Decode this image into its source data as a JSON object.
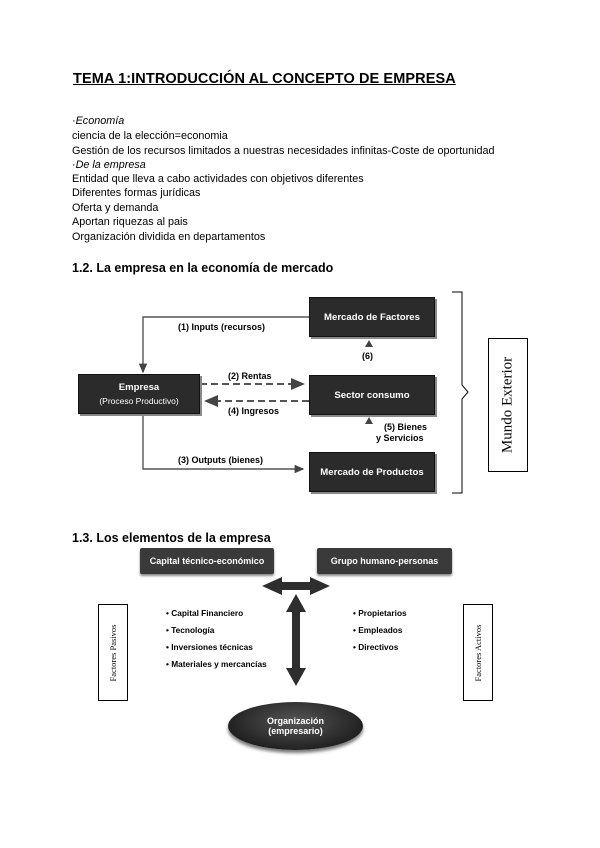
{
  "title": "TEMA 1:INTRODUCCIÓN AL CONCEPTO DE EMPRESA",
  "intro": {
    "economia_heading": "·Economía",
    "economia_lines": [
      "ciencia de la elección=economia",
      "Gestión de los recursos limitados a nuestras necesidades infinitas-Coste de oportunidad"
    ],
    "empresa_heading": "·De la empresa",
    "empresa_lines": [
      "Entidad que lleva a cabo actividades con objetivos diferentes",
      "Diferentes formas jurídicas",
      "Oferta y demanda",
      "Aportan riquezas al pais",
      "Organización dividida en departamentos"
    ]
  },
  "section12": {
    "heading": "1.2. La empresa en la economía de mercado",
    "empresa_box": [
      "Empresa",
      "(Proceso Productivo)"
    ],
    "mercado_factores": "Mercado de Factores",
    "sector_consumo": "Sector consumo",
    "mercado_productos": "Mercado de Productos",
    "label_inputs": "(1) Inputs (recursos)",
    "label_rentas": "(2) Rentas",
    "label_outputs": "(3) Outputs (bienes)",
    "label_ingresos": "(4) Ingresos",
    "label_bienes": [
      "(5) Bienes",
      "y Servicios"
    ],
    "label_6": "(6)",
    "mundo_exterior": "Mundo Exterior"
  },
  "section13": {
    "heading": "1.3. Los elementos de la empresa",
    "capital": "Capital técnico-económico",
    "grupo": "Grupo humano-personas",
    "left_items": [
      "Capital Financiero",
      "Tecnología",
      "Inversiones técnicas",
      "Materiales y mercancías"
    ],
    "right_items": [
      "Propietarios",
      "Empleados",
      "Directivos"
    ],
    "factores_pasivos": "Factores Pasivos",
    "factores_activos": "Factores Activos",
    "organizacion": [
      "Organización",
      "(empresario)"
    ]
  },
  "colors": {
    "box": "#2b2b2b",
    "arrow": "#555555"
  }
}
